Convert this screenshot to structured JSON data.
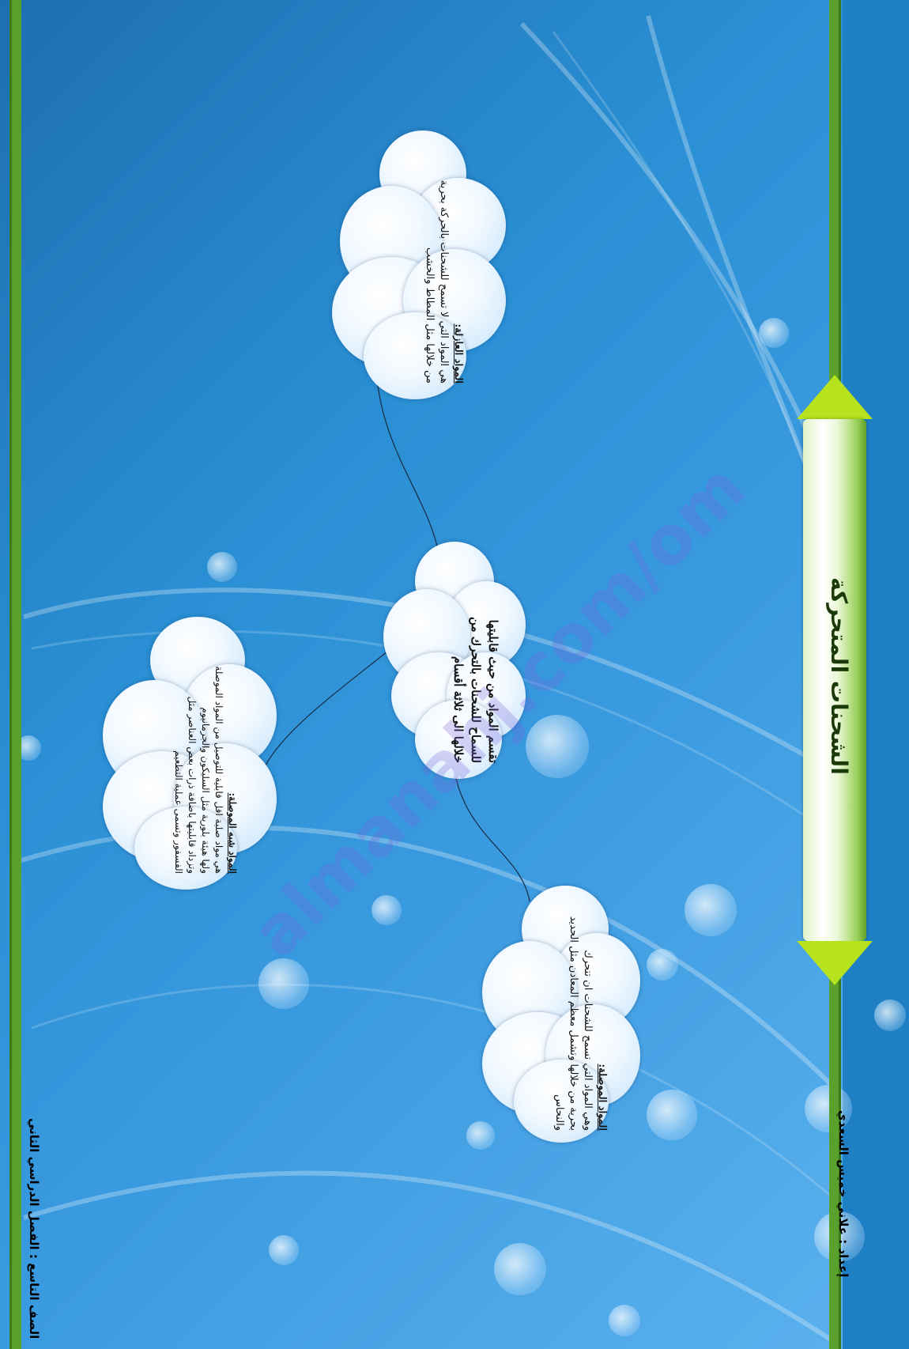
{
  "title": "الشحنات المتحركة",
  "author": "إعداد : علاني خميس السعدي",
  "grade_term": "الصف التاسع : الفصل الدراسي الثاني",
  "watermark": "almanahj.com/om",
  "center_cloud": {
    "line1": "تقسم المواد من حيث قابليتها",
    "line2": "للسماح للشحنات بالتحرك من",
    "line3": "خلالها الى ثلاثة أقسام"
  },
  "insulators_cloud": {
    "heading": "المواد العازلة:",
    "line1": "هي المواد التي لا تسمح للشحنات بالحركة بحرية",
    "line2": "من خلالها مثل المطاط والخشب"
  },
  "conductors_cloud": {
    "heading": "المواد الموصلة:",
    "line1": "وهي المواد التي تسمح للشحنات ان تتحرك",
    "line2": "بحرية من خلالها وتشمل معظم المعادن مثل الحديد",
    "line3": "والنحاس"
  },
  "semiconductors_cloud": {
    "heading": "المواد شبه الموصلة:",
    "line1": "هي مواد صلبة اقل قابلية للتوصيل من المواد الموصلة",
    "line2": "ولها هيئة بلورية مثل السليكون والجرمانيوم",
    "line3": "وتزداد قابليتها باضافة ذرات بعض العناصر مثل",
    "line4": "الفسفور وتسمى عملية التطعيم"
  }
}
